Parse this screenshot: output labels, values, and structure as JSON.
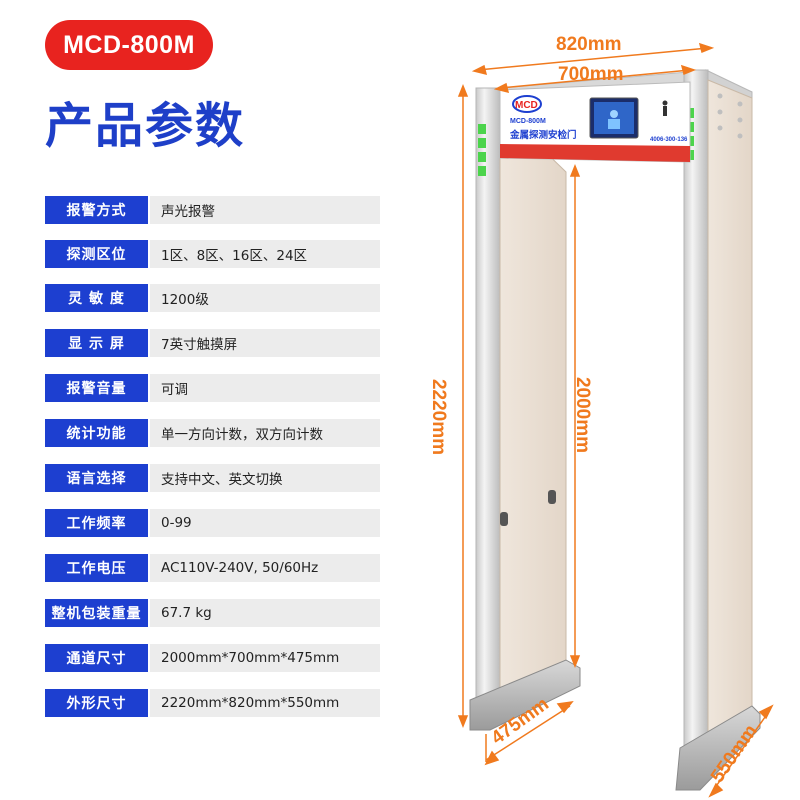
{
  "header": {
    "model": "MCD-800M",
    "title": "产品参数"
  },
  "specs": [
    {
      "label": "报警方式",
      "value": "声光报警"
    },
    {
      "label": "探测区位",
      "value": "1区、8区、16区、24区"
    },
    {
      "label": "灵 敏 度",
      "value": "1200级"
    },
    {
      "label": "显 示 屏",
      "value": "7英寸触摸屏"
    },
    {
      "label": "报警音量",
      "value": "可调"
    },
    {
      "label": "统计功能",
      "value": "单一方向计数，双方向计数"
    },
    {
      "label": "语言选择",
      "value": "支持中文、英文切换"
    },
    {
      "label": "工作频率",
      "value": "0-99"
    },
    {
      "label": "工作电压",
      "value": "AC110V-240V, 50/60Hz"
    },
    {
      "label": "整机包装重量",
      "value": "67.7 kg"
    },
    {
      "label": "通道尺寸",
      "value": "2000mm*700mm*475mm"
    },
    {
      "label": "外形尺寸",
      "value": "2220mm*820mm*550mm"
    }
  ],
  "dimensions": {
    "outer_width": "820mm",
    "inner_width": "700mm",
    "outer_height": "2220mm",
    "inner_height": "2000mm",
    "inner_depth": "475mm",
    "outer_depth": "550mm"
  },
  "product": {
    "brand": "MCD",
    "model_small": "MCD-800M",
    "name": "金属探测安检门",
    "hotline": "4006-300-136"
  },
  "colors": {
    "badge": "#e8231f",
    "title": "#1e3fc8",
    "label_bg": "#1d3fd0",
    "value_bg": "#ececec",
    "dimension": "#f07a1e"
  }
}
